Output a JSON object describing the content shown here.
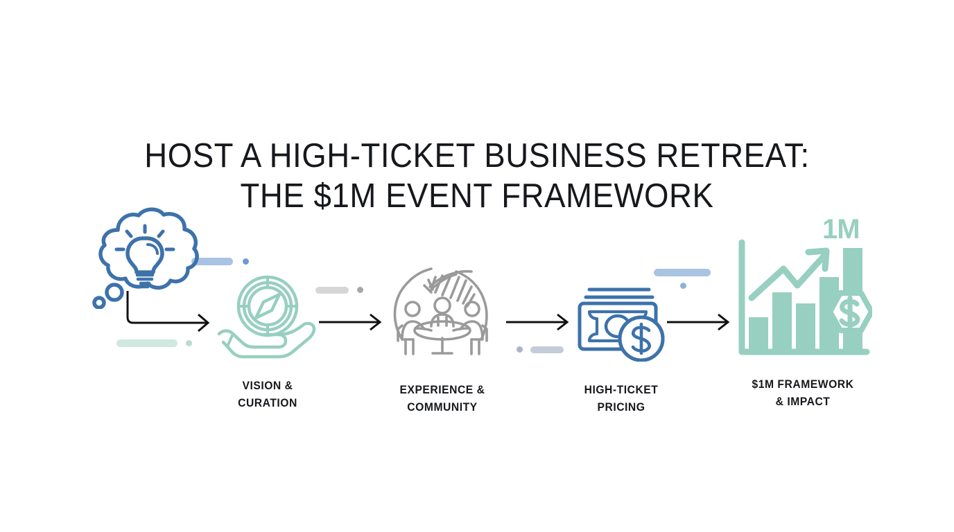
{
  "title": {
    "line1": "HOST A HIGH-TICKET BUSINESS RETREAT:",
    "line2": "THE $1M EVENT FRAMEWORK"
  },
  "colors": {
    "blue": "#3d72ab",
    "blue_light": "#a9c4e2",
    "blue_dot": "#4176ad",
    "mint": "#97cfc0",
    "mint_light": "#cfe8e0",
    "gray": "#9a9a9a",
    "gray_light": "#d6d6d6",
    "gray_blue": "#c3cdd9",
    "ink": "#16181c",
    "background": "#ffffff"
  },
  "stages": [
    {
      "id": "idea",
      "icon": "thought-bubble-lightbulb-icon",
      "label": "",
      "color": "#3d72ab"
    },
    {
      "id": "vision",
      "icon": "compass-in-hand-icon",
      "label": "VISION &\nCURATION",
      "color": "#97cfc0"
    },
    {
      "id": "experience",
      "icon": "people-at-table-icon",
      "label": "EXPERIENCE &\nCOMMUNITY",
      "color": "#9a9a9a"
    },
    {
      "id": "pricing",
      "icon": "banknotes-dollar-coin-icon",
      "label": "HIGH-TICKET\nPRICING",
      "color": "#3d72ab"
    },
    {
      "id": "framework",
      "icon": "growth-bar-chart-icon",
      "label": "$1M FRAMEWORK\n& IMPACT",
      "color": "#97cfc0"
    }
  ],
  "chart_icon": {
    "value_label": "1M",
    "bars": [
      28,
      52,
      40,
      72,
      100
    ],
    "badge_symbol": "$"
  },
  "connectors": [
    {
      "id": "elbow-arrow-idea-to-vision",
      "type": "elbow-arrow"
    },
    {
      "id": "arrow-vision-to-experience",
      "type": "arrow"
    },
    {
      "id": "arrow-experience-to-pricing",
      "type": "arrow"
    },
    {
      "id": "arrow-pricing-to-framework",
      "type": "arrow"
    }
  ],
  "decorations": [
    {
      "id": "decor-blue-dash-dot-top-left",
      "style": "dash-dot",
      "color": "#a9c4e2"
    },
    {
      "id": "decor-mint-dash-dot-left",
      "style": "dash-dot",
      "color": "#cfe8e0"
    },
    {
      "id": "decor-gray-dash-dot-mid",
      "style": "dash-dot",
      "color": "#d6d6d6"
    },
    {
      "id": "decor-grayblue-dot-dash-lower",
      "style": "dot-dash",
      "color": "#c3cdd9"
    },
    {
      "id": "decor-blue-dash-dot-below",
      "style": "dash-over-dot",
      "color": "#a9c4e2"
    }
  ]
}
